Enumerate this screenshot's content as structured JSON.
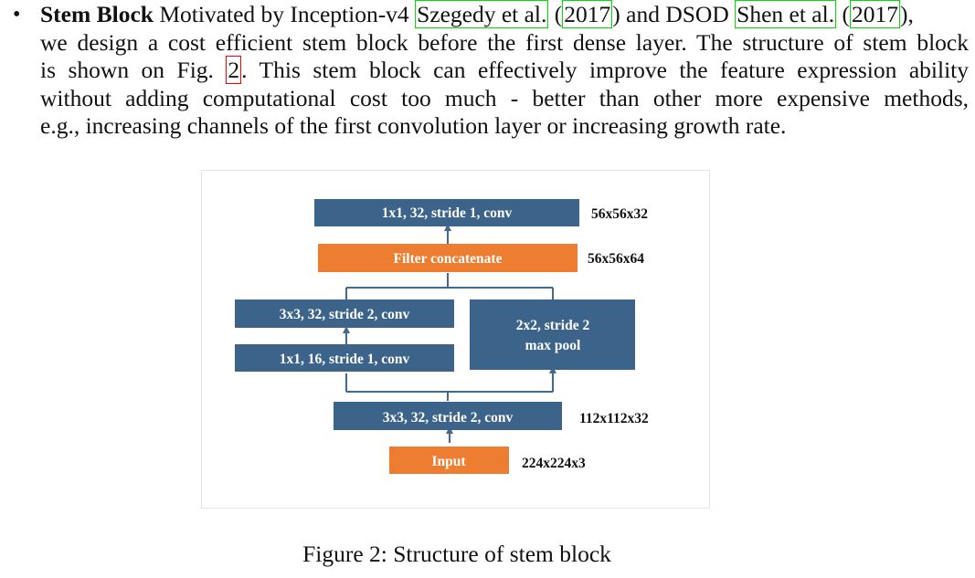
{
  "paragraph": {
    "bullet": "•",
    "term": "Stem Block",
    "line1": {
      "t1": " Motivated by Inception-v4 ",
      "cite1_author": "Szegedy et al.",
      "t2": " (",
      "cite1_year": "2017",
      "t3": ") and DSOD ",
      "cite2_author": "Shen et al.",
      "t4": " (",
      "cite2_year": "2017",
      "t5": "),"
    },
    "line2": "we design a cost efficient stem block before the first dense layer. The structure of stem block",
    "line3": {
      "t1": "is shown on Fig. ",
      "fig_ref": "2",
      "t2": ". This stem block can effectively improve the feature expression ability"
    },
    "line4": "without adding computational cost too much - better than other more expensive methods,",
    "line5": "e.g., increasing channels of the first convolution layer or increasing growth rate."
  },
  "figure": {
    "colors": {
      "blue": "#3c6389",
      "orange": "#ed7d31",
      "arrow": "#44698f"
    },
    "blocks": {
      "conv_1x1_top": "1x1, 32, stride 1, conv",
      "filter_concat": "Filter concatenate",
      "conv_3x3_left": "3x3, 32, stride 2, conv",
      "conv_1x1_left": "1x1, 16, stride 1, conv",
      "maxpool_line1": "2x2, stride 2",
      "maxpool_line2": "max pool",
      "conv_3x3_bottom": "3x3, 32, stride 2, conv",
      "input": "Input"
    },
    "dims": {
      "top": "56x56x32",
      "concat": "56x56x64",
      "conv": "112x112x32",
      "input": "224x224x3"
    }
  },
  "caption": "Figure 2: Structure of stem block"
}
